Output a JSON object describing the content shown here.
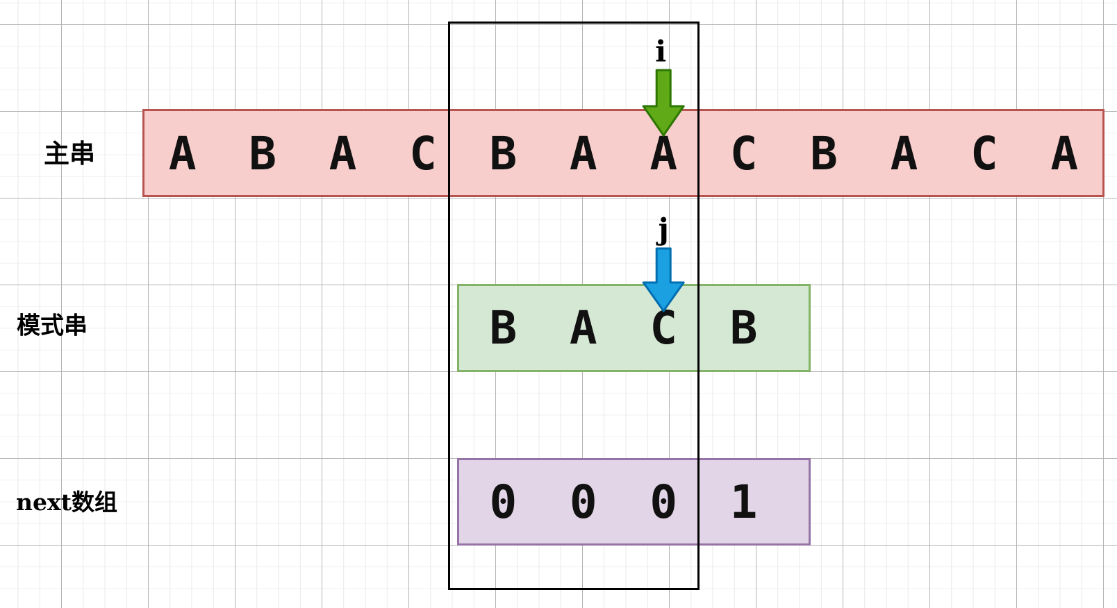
{
  "diagram": {
    "labels": {
      "main": "主串",
      "pattern": "模式串",
      "next": "next数组"
    },
    "main_string": [
      "A",
      "B",
      "A",
      "C",
      "B",
      "A",
      "A",
      "C",
      "B",
      "A",
      "C",
      "A"
    ],
    "pattern_string": [
      "B",
      "A",
      "C",
      "B"
    ],
    "next_array": [
      "0",
      "0",
      "0",
      "1"
    ],
    "pattern_start_column": 4,
    "pointer_i": {
      "label": "i",
      "column": 6
    },
    "pointer_j": {
      "label": "j",
      "pattern_index": 2
    },
    "colors": {
      "main_box_fill": "#f8cecc",
      "main_box_stroke": "#b85450",
      "pattern_box_fill": "#d5e8d4",
      "pattern_box_stroke": "#82b366",
      "next_box_fill": "#e1d5e7",
      "next_box_stroke": "#9673a6",
      "i_arrow_fill": "#60a917",
      "i_arrow_stroke": "#2d7600",
      "j_arrow_fill": "#1ba1e2",
      "j_arrow_stroke": "#006eaf",
      "focus_rect_stroke": "#000000",
      "grid_minor": "#e9e9e9",
      "grid_major": "#b3b3b3",
      "cell_text": "#111111"
    }
  }
}
